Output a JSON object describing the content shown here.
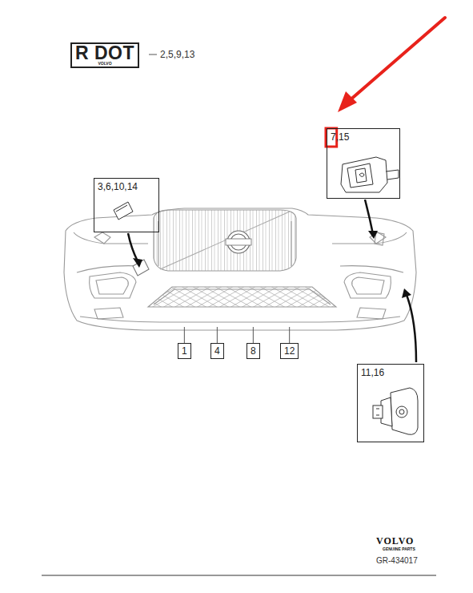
{
  "diagram": {
    "nodes": [
      {
        "text": [
          "R DOT",
          "VOLVO"
        ]
      },
      {
        "text": [
          "7,15"
        ]
      },
      {
        "text": [
          "3,6,10,14"
        ]
      },
      {
        "text": [
          "1"
        ]
      },
      {
        "text": [
          "4"
        ]
      },
      {
        "text": [
          "8"
        ]
      },
      {
        "text": [
          "12"
        ]
      },
      {
        "text": [
          "11,16"
        ]
      }
    ],
    "labels": [
      "2,5,9,13",
      "VOLVO",
      "GENUINE PARTS",
      "GR-434017"
    ]
  }
}
